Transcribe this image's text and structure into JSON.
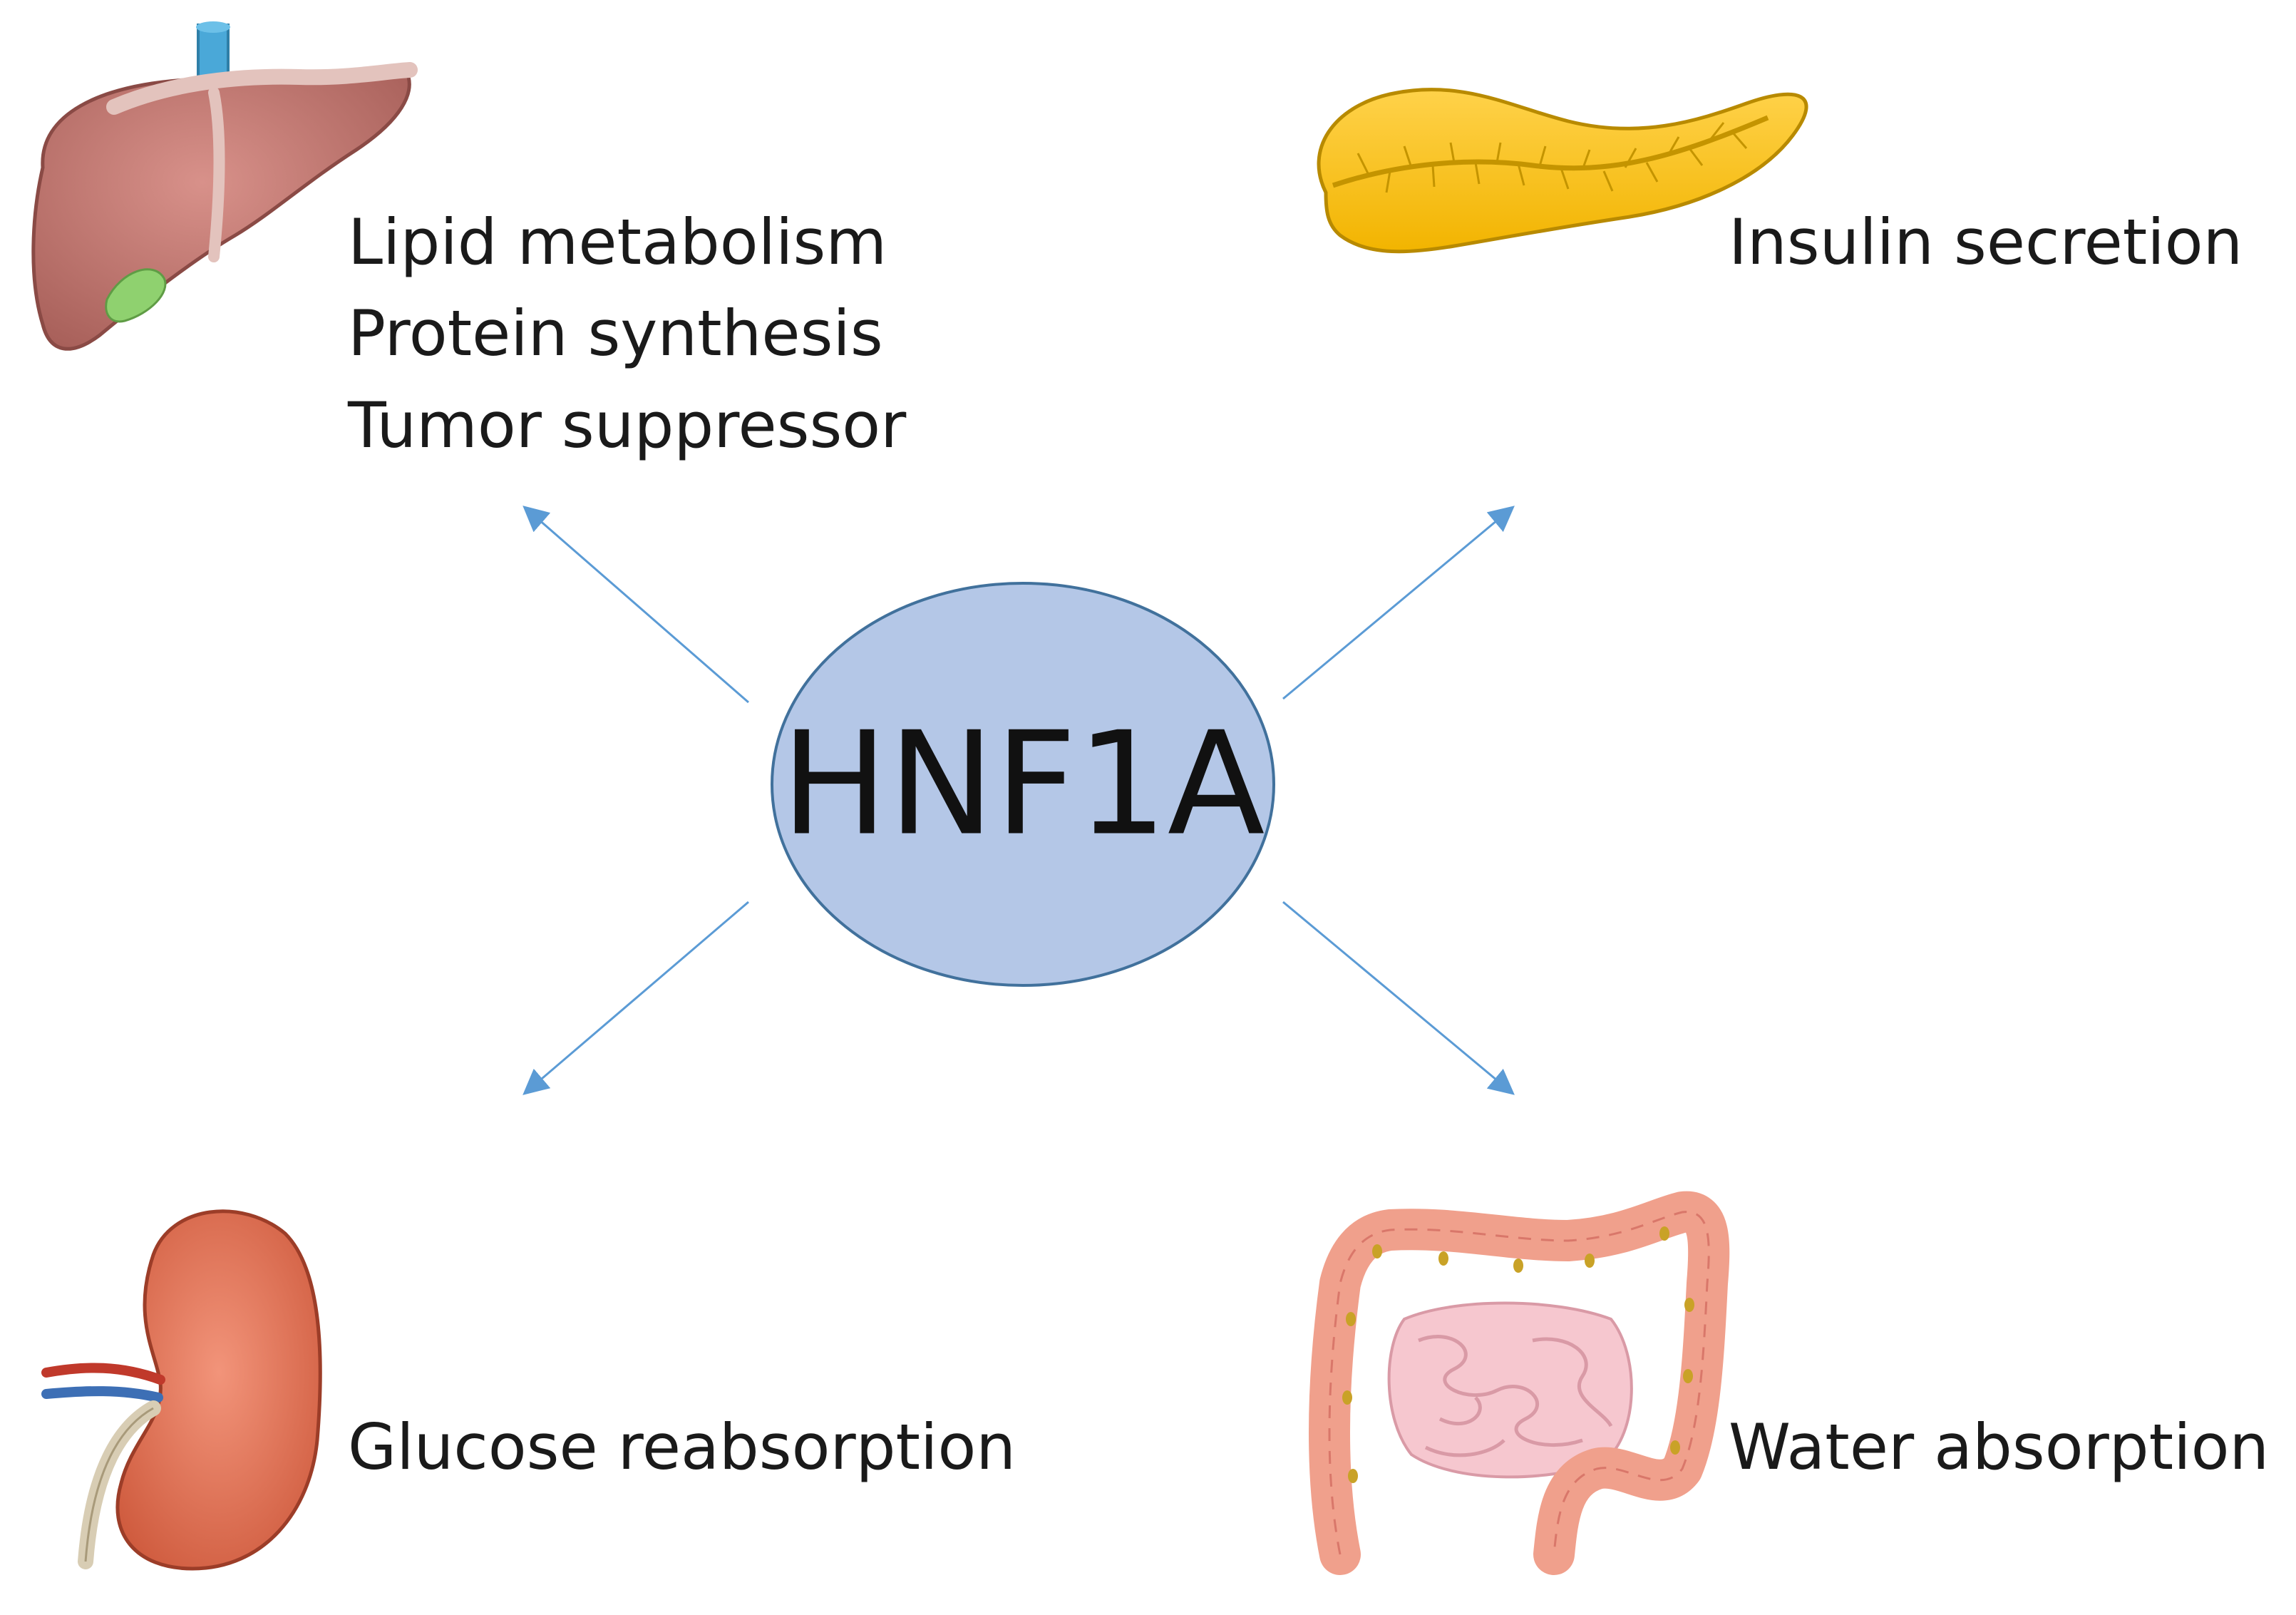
{
  "center": {
    "label": "HNF1A",
    "fill_color": "#b4c7e7",
    "stroke_color": "#41719c"
  },
  "arrow_color": "#5b9bd5",
  "organs": {
    "liver": {
      "icon": "liver-icon",
      "functions": [
        "Lipid metabolism",
        "Protein synthesis",
        "Tumor suppressor"
      ]
    },
    "pancreas": {
      "icon": "pancreas-icon",
      "functions": [
        "Insulin secretion"
      ]
    },
    "kidney": {
      "icon": "kidney-icon",
      "functions": [
        "Glucose reabsorption"
      ]
    },
    "intestine": {
      "icon": "intestine-icon",
      "functions": [
        "Water absorption"
      ]
    }
  }
}
